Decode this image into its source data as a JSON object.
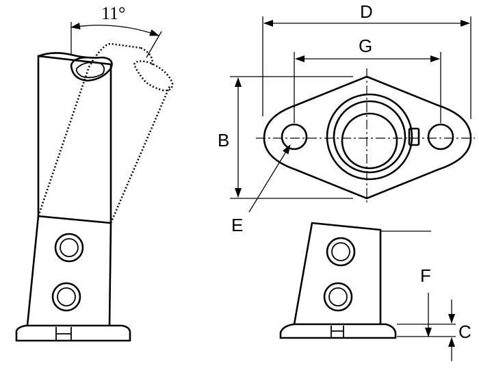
{
  "labels": {
    "angle": "11°",
    "D": "D",
    "G": "G",
    "B": "B",
    "E": "E",
    "F": "F",
    "C": "C"
  }
}
